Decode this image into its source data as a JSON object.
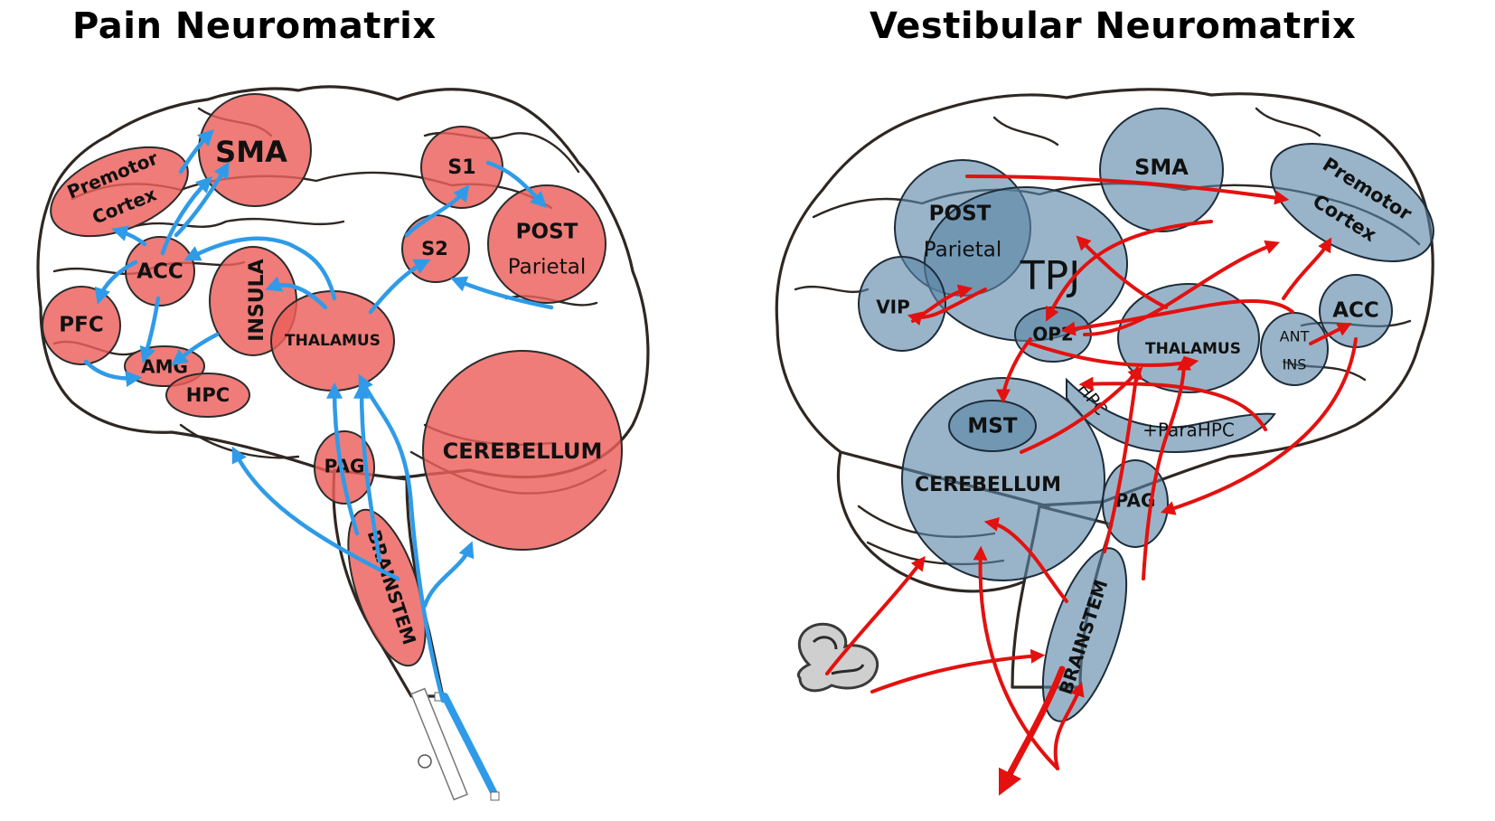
{
  "titles": {
    "left": "Pain  Neuromatrix",
    "right": "Vestibular Neuromatrix"
  },
  "pain_regions": {
    "sma": "SMA",
    "premotor_1": "Premotor",
    "premotor_2": "Cortex",
    "s1": "S1",
    "s2": "S2",
    "post_parietal_1": "POST",
    "post_parietal_2": "Parietal",
    "acc": "ACC",
    "pfc": "PFC",
    "insula": "INSULA",
    "thalamus": "THALAMUS",
    "amg": "AMG",
    "hpc": "HPC",
    "pag": "PAG",
    "cerebellum": "CEREBELLUM",
    "brainstem": "BRAINSTEM"
  },
  "vestibular_regions": {
    "sma": "SMA",
    "premotor_1": "Premotor",
    "premotor_2": "Cortex",
    "post_parietal_1": "POST",
    "post_parietal_2": "Parietal",
    "tpj": "TPJ",
    "vip": "VIP",
    "op2": "OP2",
    "thalamus": "THALAMUS",
    "ant_ins_1": "ANT",
    "ant_ins_2": "INS",
    "acc": "ACC",
    "hpc": "HPC",
    "para_hpc": "+ParaHPC",
    "mst": "MST",
    "cerebellum": "CEREBELLUM",
    "pag": "PAG",
    "brainstem": "BRAINSTEM"
  },
  "colors": {
    "pain_fill": "#ec5f5a",
    "vestibular_fill": "#5b86a6",
    "pain_arrows": "#2f9be8",
    "vestibular_arrows": "#e3110f"
  },
  "icons": {
    "inner_ear": "inner-ear-labyrinth-icon",
    "rotate_handle": "rotate-handle-icon"
  }
}
